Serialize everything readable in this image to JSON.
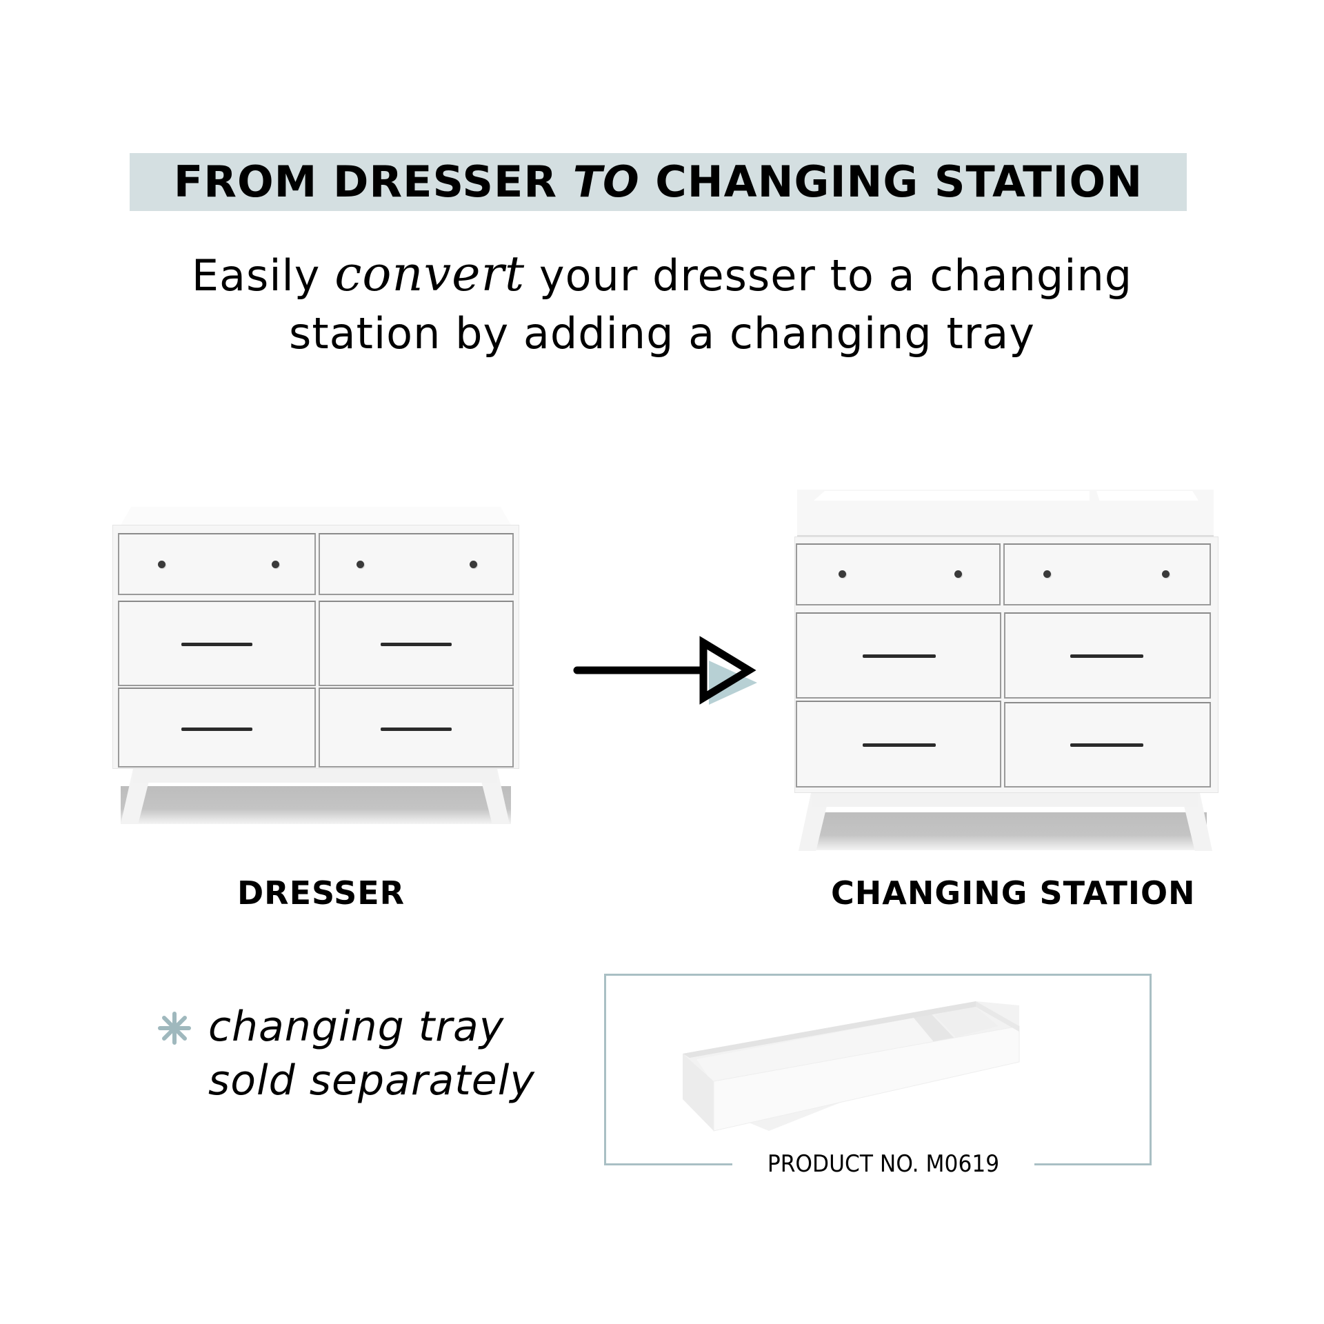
{
  "header": {
    "title_part1": "FROM DRESSER ",
    "title_italic": "TO",
    "title_part2": " CHANGING STATION",
    "title_band_color": "#d4dfe1"
  },
  "subtitle": {
    "line1_pre": "Easily ",
    "line1_script": "convert",
    "line1_post": " your dresser to a changing",
    "line2": "station by adding a changing tray"
  },
  "products": [
    {
      "label": "DRESSER",
      "drawers": 6,
      "hardware_top": "round-knobs",
      "hardware_bottom": "bar-pulls"
    },
    {
      "label": "CHANGING STATION",
      "drawers": 6,
      "has_tray": true
    }
  ],
  "arrow": {
    "icon": "right-arrow-icon",
    "accent_color": "#b7d0d4"
  },
  "footnote": {
    "icon": "asterisk-icon",
    "icon_color": "#9fb8bd",
    "line1": "changing tray",
    "line2": "sold separately"
  },
  "tray_box": {
    "label": "PRODUCT NO. M0619",
    "border_color": "#a9bfc4"
  }
}
